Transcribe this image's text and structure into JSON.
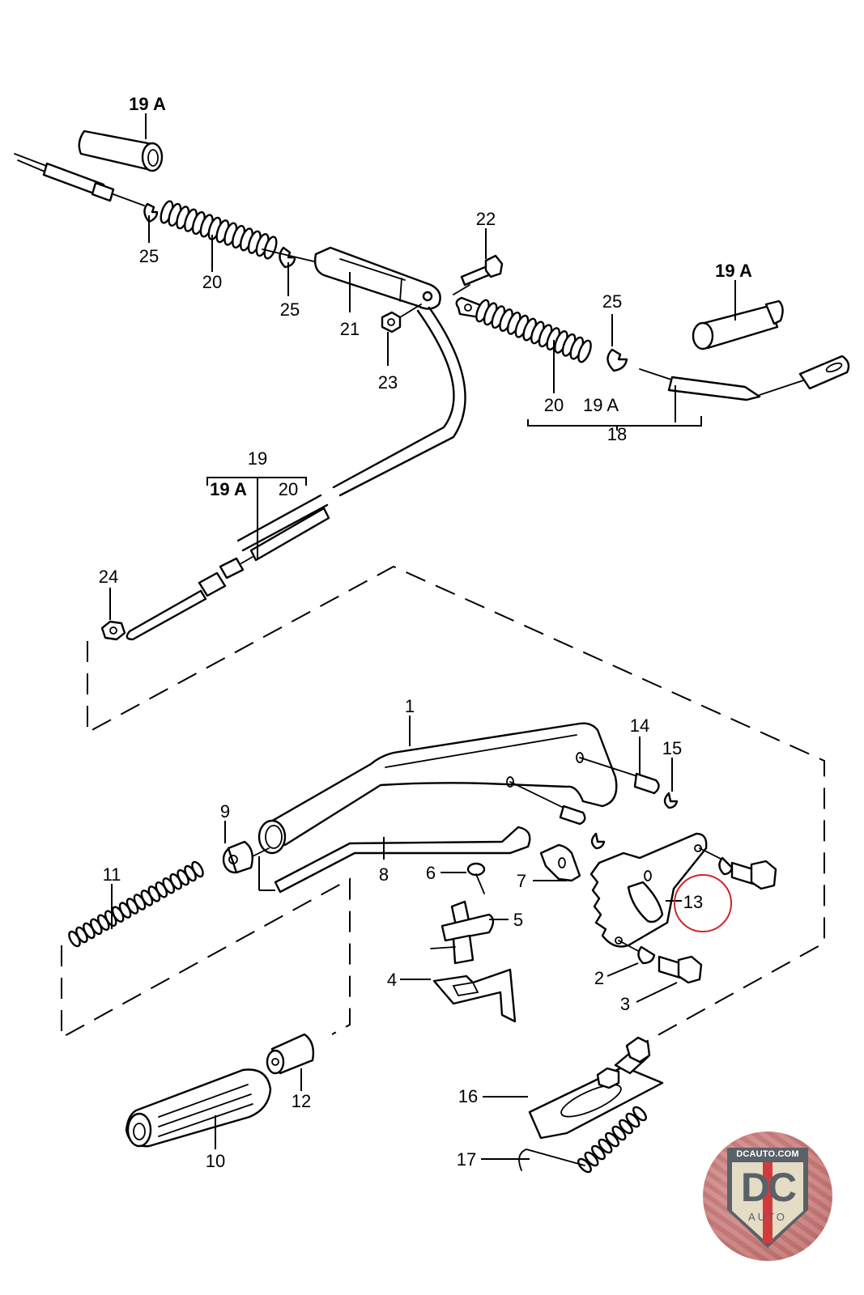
{
  "diagram": {
    "title": "Parking brake lever and cables — exploded parts diagram",
    "highlighted_part": "13",
    "highlight_color": "#d0242b",
    "callouts": [
      {
        "id": "c-19a-top",
        "label": "19 A",
        "part": "Cable end sleeve (upper left)"
      },
      {
        "id": "c-25-a",
        "label": "25",
        "part": "Retaining clip"
      },
      {
        "id": "c-20-a",
        "label": "20",
        "part": "Bellows / boot"
      },
      {
        "id": "c-25-b",
        "label": "25",
        "part": "Retaining clip"
      },
      {
        "id": "c-21",
        "label": "21",
        "part": "Cable yoke / equalizer"
      },
      {
        "id": "c-22",
        "label": "22",
        "part": "Bolt"
      },
      {
        "id": "c-23",
        "label": "23",
        "part": "Nut"
      },
      {
        "id": "c-19a-right",
        "label": "19 A",
        "part": "Cable end sleeve (right)"
      },
      {
        "id": "c-25-c",
        "label": "25",
        "part": "Retaining clip"
      },
      {
        "id": "c-20-b",
        "label": "20",
        "part": "Bellows / boot"
      },
      {
        "id": "c-18-sub-20",
        "label": "20",
        "part": "Assembly 18 component"
      },
      {
        "id": "c-18-sub-19a",
        "label": "19 A",
        "part": "Assembly 18 component"
      },
      {
        "id": "c-18",
        "label": "18",
        "part": "Brake cable assembly (right)"
      },
      {
        "id": "c-19",
        "label": "19",
        "part": "Brake cable assembly"
      },
      {
        "id": "c-19-sub-19a",
        "label": "19 A",
        "part": "Assembly 19 component"
      },
      {
        "id": "c-19-sub-20",
        "label": "20",
        "part": "Assembly 19 component"
      },
      {
        "id": "c-24",
        "label": "24",
        "part": "Adjusting nut"
      },
      {
        "id": "c-1",
        "label": "1",
        "part": "Hand brake lever"
      },
      {
        "id": "c-14",
        "label": "14",
        "part": "Pin"
      },
      {
        "id": "c-15",
        "label": "15",
        "part": "Circlip"
      },
      {
        "id": "c-9",
        "label": "9",
        "part": "Bushing"
      },
      {
        "id": "c-11",
        "label": "11",
        "part": "Spring"
      },
      {
        "id": "c-8",
        "label": "8",
        "part": "Pawl rod"
      },
      {
        "id": "c-6",
        "label": "6",
        "part": "Screw"
      },
      {
        "id": "c-7",
        "label": "7",
        "part": "Pawl"
      },
      {
        "id": "c-5",
        "label": "5",
        "part": "Warning light switch"
      },
      {
        "id": "c-4",
        "label": "4",
        "part": "Switch bracket"
      },
      {
        "id": "c-13",
        "label": "13",
        "part": "Ratchet segment"
      },
      {
        "id": "c-2",
        "label": "2",
        "part": "Lock washer"
      },
      {
        "id": "c-3",
        "label": "3",
        "part": "Bolt"
      },
      {
        "id": "c-12",
        "label": "12",
        "part": "Release button"
      },
      {
        "id": "c-10",
        "label": "10",
        "part": "Handle grip"
      },
      {
        "id": "c-16",
        "label": "16",
        "part": "Mounting plate"
      },
      {
        "id": "c-17",
        "label": "17",
        "part": "Return spring"
      }
    ]
  },
  "logo": {
    "site": "DCAUTO.COM",
    "mark": "DC",
    "word": "AUTO",
    "colors": {
      "badge": "#c97c7a",
      "shield": "#5b6168",
      "shield_fill": "#e4dcc4",
      "accent": "#d13b3d"
    }
  }
}
